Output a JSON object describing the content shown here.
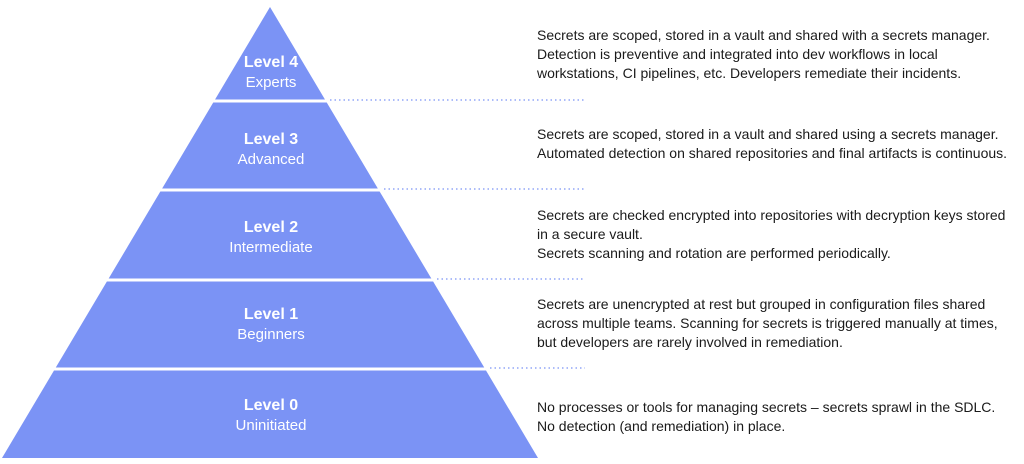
{
  "colors": {
    "tier_fill": "#7b93f5",
    "separator": "#ffffff",
    "dotted_line": "#7b93f5"
  },
  "levels": [
    {
      "level": "Level 4",
      "name": "Experts",
      "description": [
        "Secrets are scoped, stored in a vault and shared with a secrets manager.",
        "Detection is preventive and integrated into dev workflows in local",
        "workstations, CI pipelines, etc. Developers remediate their incidents."
      ]
    },
    {
      "level": "Level 3",
      "name": "Advanced",
      "description": [
        "Secrets are scoped, stored in a vault and shared using a secrets manager.",
        "Automated detection on shared repositories and final artifacts is continuous."
      ]
    },
    {
      "level": "Level 2",
      "name": "Intermediate",
      "description": [
        "Secrets are checked encrypted into repositories with decryption keys stored",
        "in a secure vault.",
        "Secrets scanning and rotation are performed periodically."
      ]
    },
    {
      "level": "Level 1",
      "name": "Beginners",
      "description": [
        "Secrets are unencrypted at rest but grouped in configuration files shared",
        "across multiple teams. Scanning for secrets is triggered manually at times,",
        "but developers are rarely involved in remediation."
      ]
    },
    {
      "level": "Level 0",
      "name": "Uninitiated",
      "description": [
        "No processes or tools for managing secrets – secrets sprawl in the SDLC.",
        "No detection (and remediation) in place."
      ]
    }
  ]
}
